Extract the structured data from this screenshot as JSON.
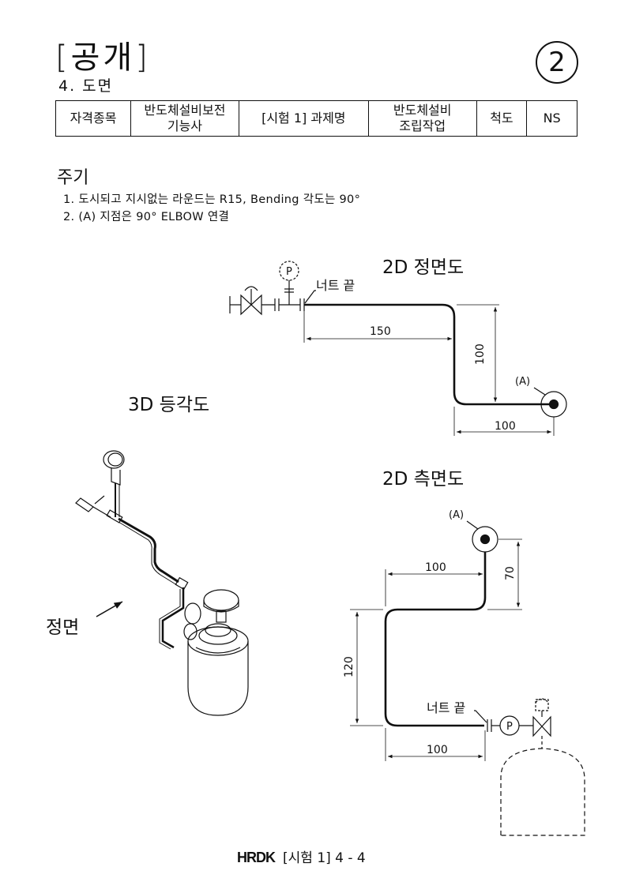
{
  "header": {
    "title": "[공개]",
    "subtitle": "4. 도면",
    "page_circle": "2"
  },
  "info_table": {
    "cells": [
      "자격종목",
      "반도체설비보전\n기능사",
      "[시험 1] 과제명",
      "반도체설비\n조립작업",
      "척도",
      "NS"
    ]
  },
  "notes": {
    "heading": "주기",
    "items": [
      "1. 도시되고 지시없는 라운드는 R15, Bending 각도는 90°",
      "2. (A) 지점은 90° ELBOW 연결"
    ]
  },
  "front_view": {
    "title": "2D 정면도",
    "gauge_letter": "P",
    "nut_label": "너트 끝",
    "dim_150": "150",
    "dim_100_v": "100",
    "dim_100_h": "100",
    "point_label": "(A)"
  },
  "iso_view": {
    "title": "3D 등각도",
    "front_label": "정면"
  },
  "side_view": {
    "title": "2D 측면도",
    "point_label": "(A)",
    "dim_100_top": "100",
    "dim_70": "70",
    "dim_120": "120",
    "nut_label": "너트 끝",
    "gauge_letter": "P",
    "dim_100_bottom": "100"
  },
  "footer": {
    "logo": "HRDK",
    "text": "[시험 1] 4 - 4"
  }
}
